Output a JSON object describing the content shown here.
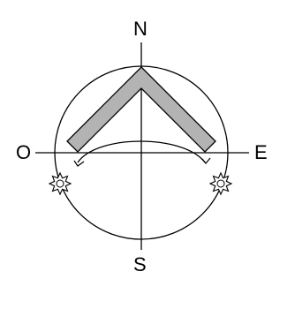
{
  "labels": {
    "north": "N",
    "south": "S",
    "west": "O",
    "east": "E"
  },
  "colors": {
    "stroke": "#000000",
    "roof_fill": "#b3b3b3",
    "background": "#ffffff"
  },
  "icons": {
    "sun_left": "sun-icon",
    "sun_right": "sun-icon",
    "arc_arrow": "arrow-icon"
  }
}
